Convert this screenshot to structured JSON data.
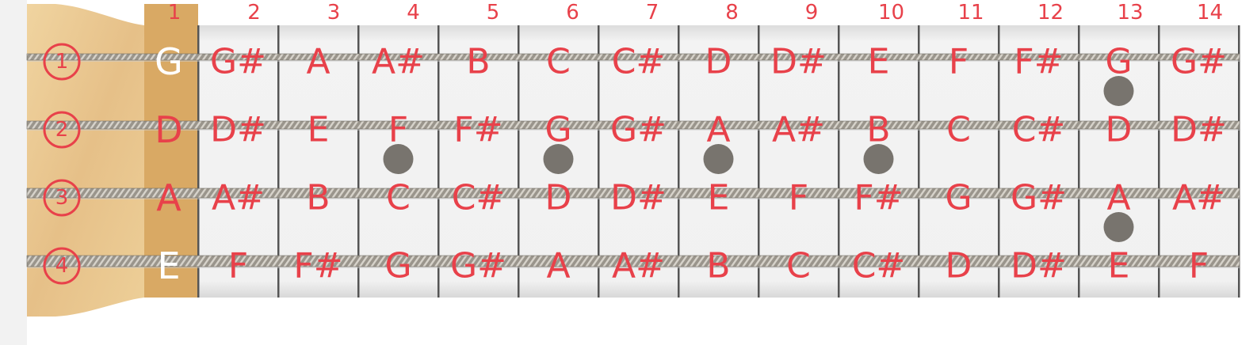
{
  "colors": {
    "background": "#ffffff",
    "sidebar": "#f2f2f2",
    "headstock": "#e8c48a",
    "nut": "#d9a964",
    "fret_cell": "#efefef",
    "fret_wire": "#555555",
    "string": "#8a857c",
    "ink": "#e8414a",
    "nut_label": "#ffffff",
    "dot": "#78746e"
  },
  "fret_numbers": [
    "1",
    "2",
    "3",
    "4",
    "5",
    "6",
    "7",
    "8",
    "9",
    "10",
    "11",
    "12",
    "13",
    "14"
  ],
  "strings": [
    {
      "number": "1",
      "open": "G",
      "notes": [
        "G#",
        "A",
        "A#",
        "B",
        "C",
        "C#",
        "D",
        "D#",
        "E",
        "F",
        "F#",
        "G",
        "G#"
      ]
    },
    {
      "number": "2",
      "open": "D",
      "notes": [
        "D#",
        "E",
        "F",
        "F#",
        "G",
        "G#",
        "A",
        "A#",
        "B",
        "C",
        "C#",
        "D",
        "D#"
      ]
    },
    {
      "number": "3",
      "open": "A",
      "notes": [
        "A#",
        "B",
        "C",
        "C#",
        "D",
        "D#",
        "E",
        "F",
        "F#",
        "G",
        "G#",
        "A",
        "A#"
      ]
    },
    {
      "number": "4",
      "open": "E",
      "notes": [
        "F",
        "F#",
        "G",
        "G#",
        "A",
        "A#",
        "B",
        "C",
        "C#",
        "D",
        "D#",
        "E",
        "F"
      ]
    }
  ],
  "inlay_dots": [
    {
      "fret": 3,
      "between_strings": [
        2,
        3
      ]
    },
    {
      "fret": 5,
      "between_strings": [
        2,
        3
      ]
    },
    {
      "fret": 7,
      "between_strings": [
        2,
        3
      ]
    },
    {
      "fret": 9,
      "between_strings": [
        2,
        3
      ]
    },
    {
      "fret": 12,
      "between_strings": [
        1,
        2
      ]
    },
    {
      "fret": 12,
      "between_strings": [
        3,
        4
      ]
    }
  ]
}
